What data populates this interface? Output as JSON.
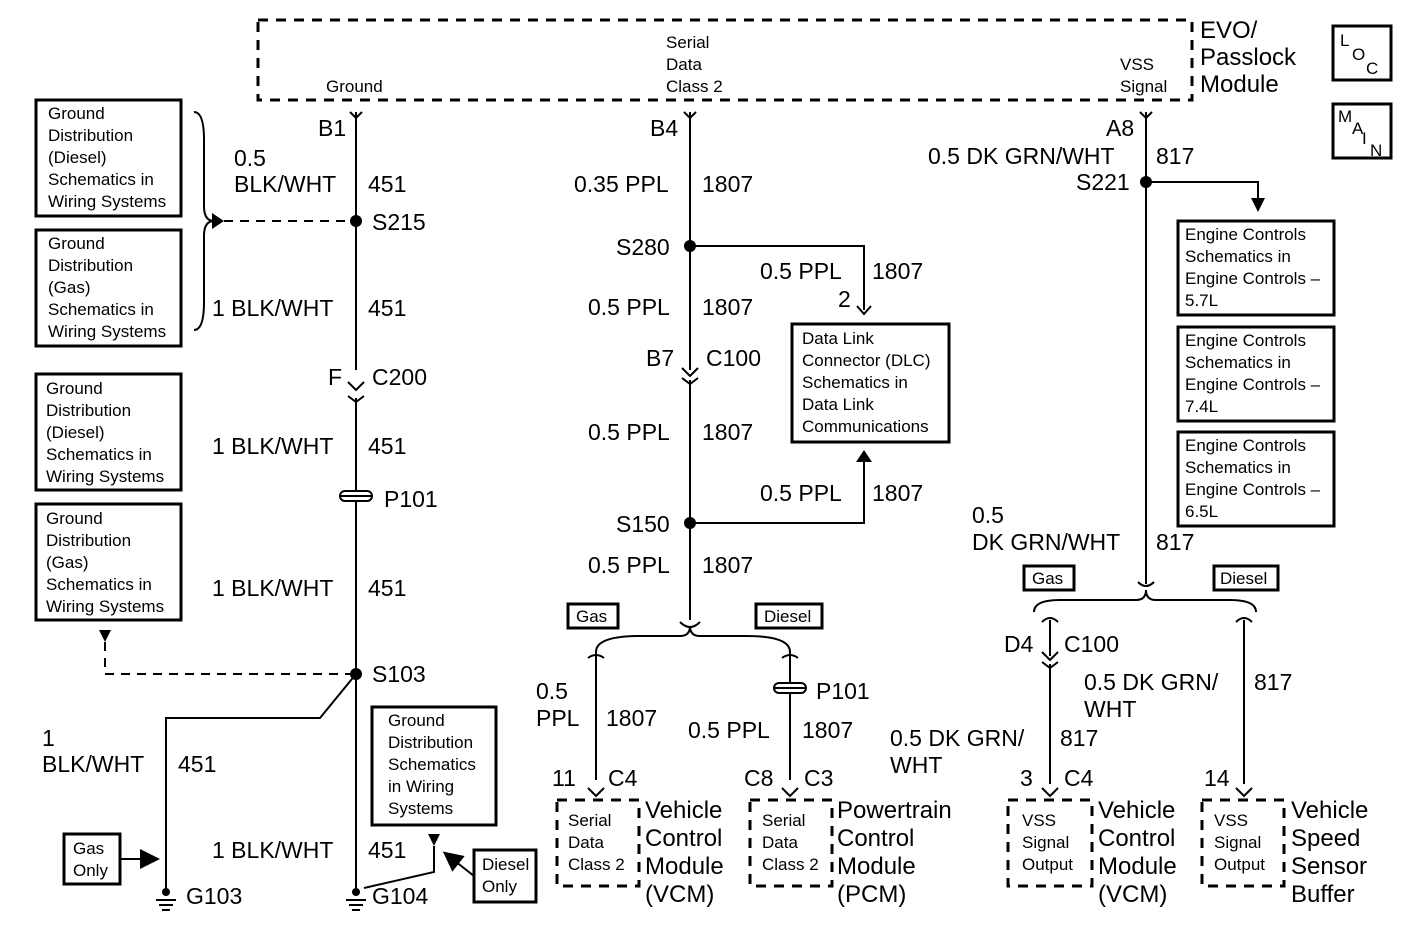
{
  "module_top": {
    "line1": "EVO/",
    "line2": "Passlock",
    "line3": "Module"
  },
  "pins_top": {
    "ground": "Ground",
    "sd1": "Serial",
    "sd2": "Data",
    "sd3": "Class 2",
    "vss1": "VSS",
    "vss2": "Signal"
  },
  "icons": {
    "loc": "LOC",
    "main": "MAIN"
  },
  "left_boxes": [
    {
      "lines": [
        "Ground",
        "Distribution",
        "(Diesel)",
        "Schematics in",
        "Wiring Systems"
      ]
    },
    {
      "lines": [
        "Ground",
        "Distribution",
        "(Gas)",
        "Schematics in",
        "Wiring Systems"
      ]
    },
    {
      "lines": [
        "Ground",
        "Distribution",
        "(Diesel)",
        "Schematics in",
        "Wiring Systems"
      ]
    },
    {
      "lines": [
        "Ground",
        "Distribution",
        "(Gas)",
        "Schematics in",
        "Wiring Systems"
      ]
    }
  ],
  "bottom_ref_box": {
    "lines": [
      "Ground",
      "Distribution",
      "Schematics",
      "in Wiring",
      "Systems"
    ]
  },
  "tags": {
    "gas_only1": "Gas",
    "gas_only2": "Only",
    "diesel_only1": "Diesel",
    "diesel_only2": "Only",
    "gas": "Gas",
    "diesel": "Diesel"
  },
  "ground_circuit": {
    "pin": "B1",
    "w1a": "0.5",
    "w1b": "BLK/WHT",
    "c451": "451",
    "s215": "S215",
    "w2": "1 BLK/WHT",
    "f": "F",
    "c200": "C200",
    "w3": "1 BLK/WHT",
    "p101": "P101",
    "w4": "1 BLK/WHT",
    "s103": "S103",
    "w5": "1 BLK/WHT",
    "g104": "G104",
    "b_a": "1",
    "b_b": "BLK/WHT",
    "g103": "G103"
  },
  "serial_circuit": {
    "pin": "B4",
    "w1": "0.35 PPL",
    "c1807": "1807",
    "s280": "S280",
    "w2": "0.5 PPL",
    "dlc_w": "0.5 PPL",
    "dlc_pin": "2",
    "b7": "B7",
    "c100": "C100",
    "w3": "0.5 PPL",
    "s150": "S150",
    "w4": "0.5 PPL",
    "w5": "0.5 PPL",
    "vcm_w1": "0.5",
    "vcm_w2": "PPL",
    "vcm_pin": "11",
    "vcm_conn": "C4",
    "pcm_p101": "P101",
    "pcm_w": "0.5 PPL",
    "pcm_pin": "C8",
    "pcm_conn": "C3"
  },
  "dlc_box": {
    "lines": [
      "Data Link",
      "Connector (DLC)",
      "Schematics in",
      "Data Link",
      "Communications"
    ]
  },
  "vss_circuit": {
    "pin": "A8",
    "w1": "0.5 DK GRN/WHT",
    "c817": "817",
    "s221": "S221",
    "w2a": "0.5",
    "w2b": "DK GRN/WHT",
    "d4": "D4",
    "c100": "C100",
    "vcm_wa": "0.5 DK GRN/",
    "vcm_wb": "WHT",
    "vcm_pin": "3",
    "vcm_conn": "C4",
    "buf_wa": "0.5 DK GRN/",
    "buf_wb": "WHT",
    "buf_pin": "14"
  },
  "engine_boxes": [
    {
      "lines": [
        "Engine Controls",
        "Schematics in",
        "Engine Controls –",
        "5.7L"
      ]
    },
    {
      "lines": [
        "Engine Controls",
        "Schematics in",
        "Engine Controls –",
        "7.4L"
      ]
    },
    {
      "lines": [
        "Engine Controls",
        "Schematics in",
        "Engine Controls –",
        "6.5L"
      ]
    }
  ],
  "components": {
    "vcm1_pin": [
      "Serial",
      "Data",
      "Class 2"
    ],
    "vcm1_name": [
      "Vehicle",
      "Control",
      "Module",
      "(VCM)"
    ],
    "pcm_pin": [
      "Serial",
      "Data",
      "Class 2"
    ],
    "pcm_name": [
      "Powertrain",
      "Control",
      "Module",
      "(PCM)"
    ],
    "vcm2_pin": [
      "VSS",
      "Signal",
      "Output"
    ],
    "vcm2_name": [
      "Vehicle",
      "Control",
      "Module",
      "(VCM)"
    ],
    "buf_pin": [
      "VSS",
      "Signal",
      "Output"
    ],
    "buf_name": [
      "Vehicle",
      "Speed",
      "Sensor",
      "Buffer"
    ]
  }
}
